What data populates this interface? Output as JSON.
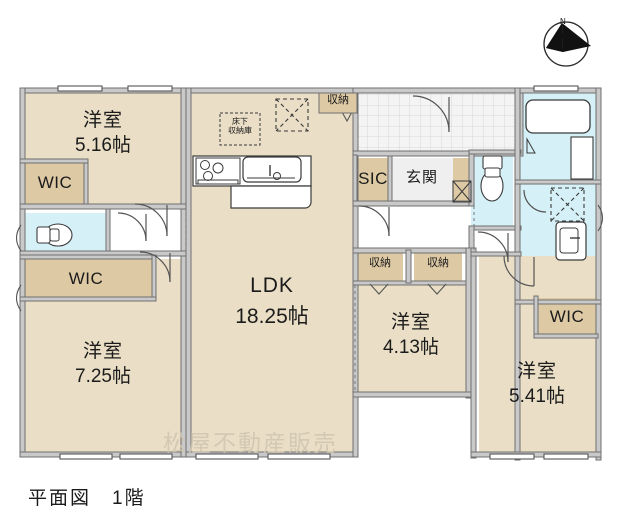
{
  "document": {
    "caption": "平面図　1階",
    "watermark": "松屋不動産販売",
    "compass_label": "N"
  },
  "colors": {
    "room_floor": "#eadfc6",
    "closet_floor": "#ddc9a4",
    "wet_floor": "#d5f0f7",
    "entry_floor": "#efefef",
    "wall": "#9a9a9a",
    "wall_fill": "#c9c9c9",
    "outline": "#3a3a3a",
    "text": "#1b1b1b",
    "watermark": "#cfc4b0",
    "white": "#ffffff"
  },
  "rooms": [
    {
      "id": "bedroom-top-left",
      "name": "洋室",
      "area": "5.16帖"
    },
    {
      "id": "bedroom-bottom-left",
      "name": "洋室",
      "area": "7.25帖"
    },
    {
      "id": "bedroom-center",
      "name": "洋室",
      "area": "4.13帖"
    },
    {
      "id": "bedroom-bottom-right",
      "name": "洋室",
      "area": "5.41帖"
    },
    {
      "id": "ldk",
      "name": "LDK",
      "area": "18.25帖"
    }
  ],
  "closets": [
    {
      "id": "wic-top-left",
      "label": "WIC"
    },
    {
      "id": "wic-mid-left",
      "label": "WIC"
    },
    {
      "id": "wic-right",
      "label": "WIC"
    },
    {
      "id": "storage-kitchen",
      "label": "収納"
    },
    {
      "id": "storage-center-1",
      "label": "収納"
    },
    {
      "id": "storage-center-2",
      "label": "収納"
    },
    {
      "id": "sic",
      "label": "SIC"
    }
  ],
  "features": [
    {
      "id": "entrance",
      "label": "玄関"
    },
    {
      "id": "under-floor-storage",
      "label": "床下\n収納庫"
    }
  ]
}
